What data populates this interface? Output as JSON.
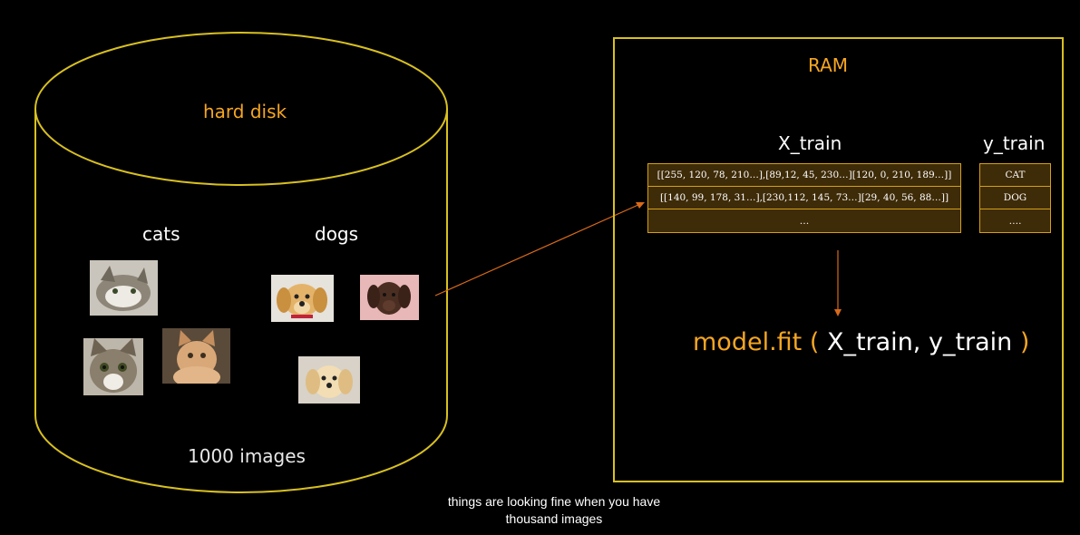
{
  "disk": {
    "title": "hard disk",
    "cats_label": "cats",
    "dogs_label": "dogs",
    "count_label": "1000 images"
  },
  "ram": {
    "title": "RAM",
    "x_header": "X_train",
    "y_header": "y_train",
    "x_rows": [
      "[[255, 120, 78, 210…],[89,12, 45, 230…][120, 0, 210, 189…]]",
      "[[140, 99, 178, 31…],[230,112, 145, 73…][29, 40, 56, 88…]]",
      "…"
    ],
    "y_rows": [
      "CAT",
      "DOG",
      "…."
    ]
  },
  "code": {
    "fn": "model.fit",
    "open": " (",
    "args": " X_train, y_train ",
    "close": ")"
  },
  "caption": {
    "line1": "things are looking fine when you have",
    "line2": "thousand images"
  },
  "colors": {
    "accent_orange": "#f5a623",
    "outline_yellow": "#d8c020",
    "table_fill": "#3e2b08"
  }
}
